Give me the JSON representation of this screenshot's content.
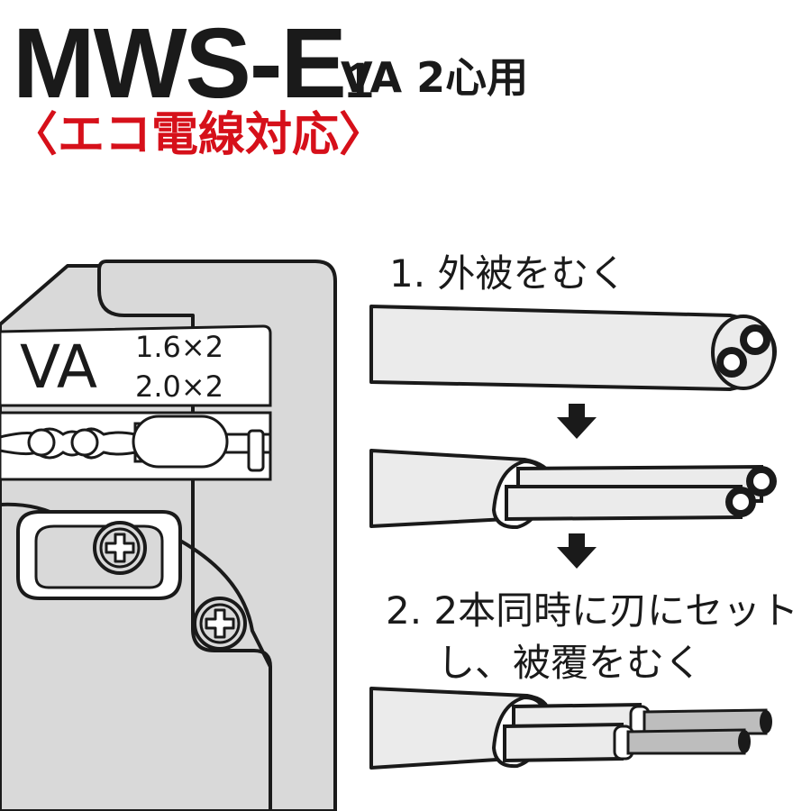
{
  "title": {
    "model": "MWS-E",
    "model_suffix": "1",
    "spec": "VA 2心用",
    "eco": "〈エコ電線対応〉"
  },
  "tool_blade": {
    "label": "VA",
    "size_line1": "1.6×2",
    "size_line2": "2.0×2"
  },
  "steps": {
    "step1": "1. 外被をむく",
    "step2_line1": "2. 2本同時に刃にセット",
    "step2_line2": "し、被覆をむく"
  },
  "colors": {
    "title": "#1a1a1a",
    "eco": "#d6101a",
    "tool_fill": "#d9d9d9",
    "cable_fill": "#ebebeb",
    "outline": "#1a1a1a"
  },
  "icons": [
    "down-arrow-icon",
    "phillips-screw-icon"
  ]
}
